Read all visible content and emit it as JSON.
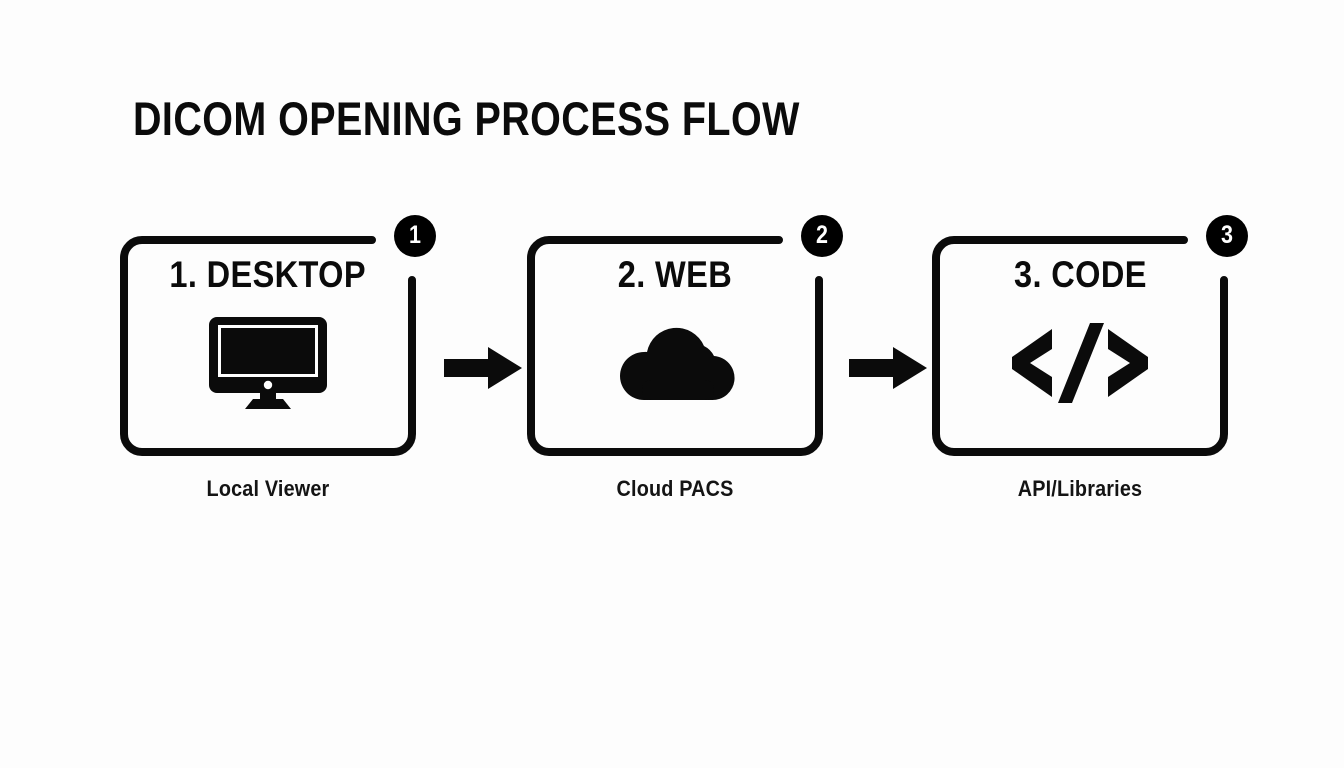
{
  "meta": {
    "background_color": "#fdfdfd",
    "ink_color": "#0b0b0b",
    "badge_bg_color": "#000000",
    "badge_text_color": "#ffffff"
  },
  "header": {
    "title": "DICOM OPENING PROCESS FLOW"
  },
  "flow": {
    "steps": [
      {
        "badge": "1",
        "title": "1. DESKTOP",
        "caption": "Local Viewer",
        "icon": "desktop-monitor-icon"
      },
      {
        "badge": "2",
        "title": "2. WEB",
        "caption": "Cloud PACS",
        "icon": "cloud-icon"
      },
      {
        "badge": "3",
        "title": "3. CODE",
        "caption": "API/Libraries",
        "icon": "code-brackets-icon"
      }
    ],
    "connectors": [
      {
        "name": "arrow-right-icon",
        "from": "1. DESKTOP",
        "to": "2. WEB"
      },
      {
        "name": "arrow-right-icon",
        "from": "2. WEB",
        "to": "3. CODE"
      }
    ]
  }
}
